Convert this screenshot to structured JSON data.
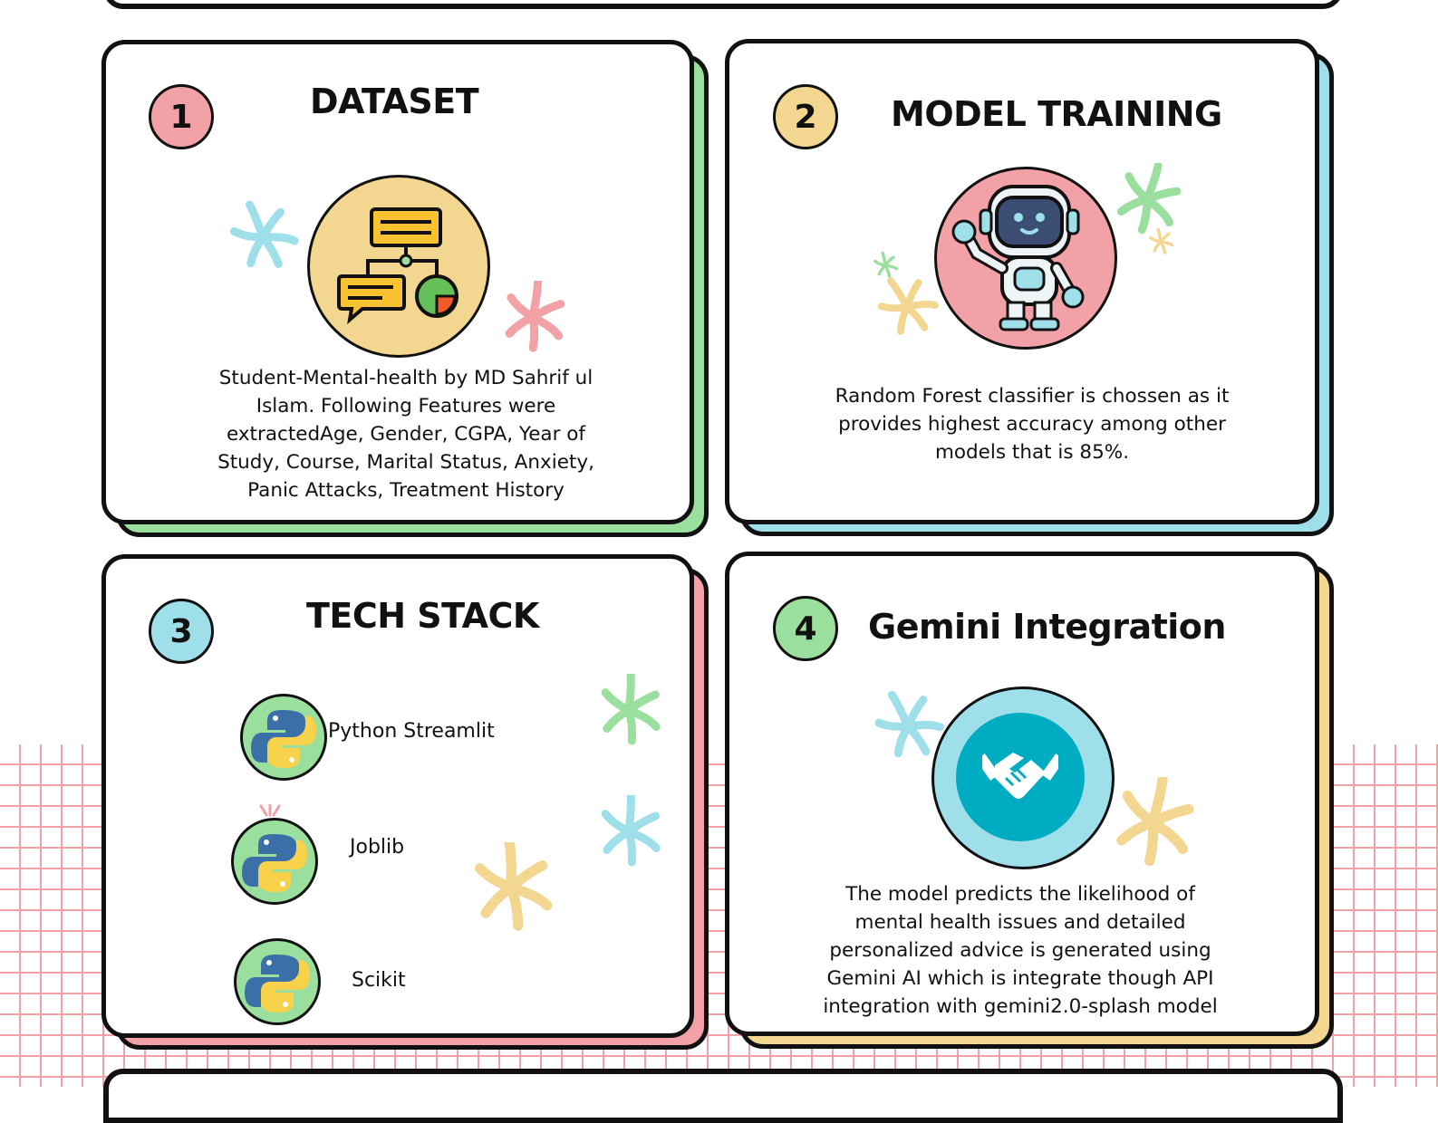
{
  "colors": {
    "green": "#9adf9e",
    "blue": "#9fdfea",
    "pink": "#f2a1a6",
    "yellow": "#f3d791",
    "teal": "#00acc1"
  },
  "cards": [
    {
      "number": "1",
      "title": "DATASET",
      "icon": "dataset-flowchart-icon",
      "description": "Student-Mental-health by MD Sahrif ul Islam. Following Features were extractedAge, Gender, CGPA, Year of Study, Course, Marital Status, Anxiety, Panic Attacks, Treatment History"
    },
    {
      "number": "2",
      "title": "MODEL TRAINING",
      "icon": "robot-icon",
      "description": "Random Forest classifier is chossen as it provides highest accuracy among other models that is 85%."
    },
    {
      "number": "3",
      "title": "TECH STACK",
      "items": [
        {
          "label": "Python Streamlit",
          "icon": "python-icon"
        },
        {
          "label": "Joblib",
          "icon": "python-icon"
        },
        {
          "label": "Scikit",
          "icon": "python-icon"
        }
      ]
    },
    {
      "number": "4",
      "title": "Gemini Integration",
      "icon": "handshake-icon",
      "description": "The model predicts the likelihood of mental health issues and detailed personalized advice is generated using Gemini AI which is integrate though API integration with gemini2.0-splash model"
    }
  ]
}
